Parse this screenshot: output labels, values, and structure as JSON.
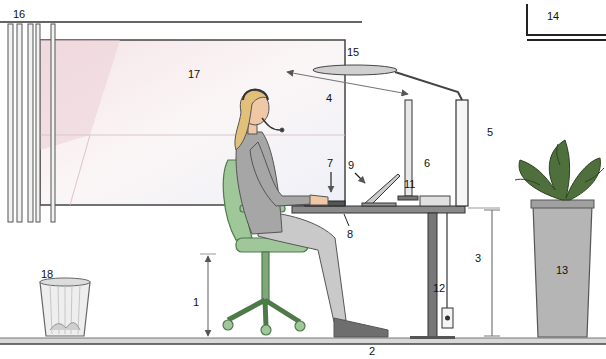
{
  "diagram": {
    "labels": [
      "16",
      "14",
      "15",
      "17",
      "4",
      "5",
      "7",
      "9",
      "6",
      "11",
      "8",
      "3",
      "13",
      "12",
      "1",
      "18",
      "2"
    ]
  }
}
